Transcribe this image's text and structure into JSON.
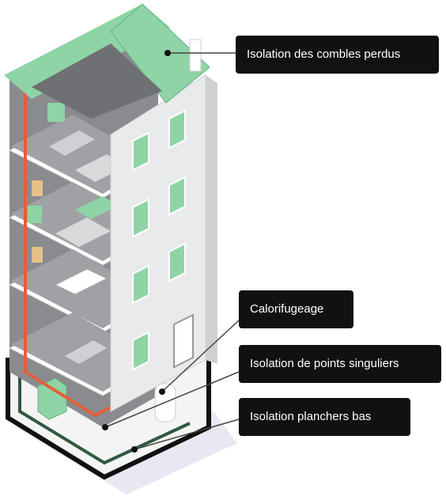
{
  "colors": {
    "roof": "#8ed4a6",
    "roof_dark": "#5fb37f",
    "wall_front": "#e9eaec",
    "wall_side": "#d0d1d4",
    "interior": "#8a8b8e",
    "interior_dark": "#5b5c60",
    "floor": "#9a9b9e",
    "window": "#8ed4a6",
    "pipe": "#e2603a",
    "insulation_black": "#111111",
    "insulation_green": "#2f5a3f",
    "callout_bg": "#111111",
    "callout_text": "#ffffff"
  },
  "labels": {
    "combles": "Isolation des combles perdus",
    "calorifugeage": "Calorifugeage",
    "points_singuliers": "Isolation de points singuliers",
    "planchers_bas": "Isolation planchers bas"
  }
}
